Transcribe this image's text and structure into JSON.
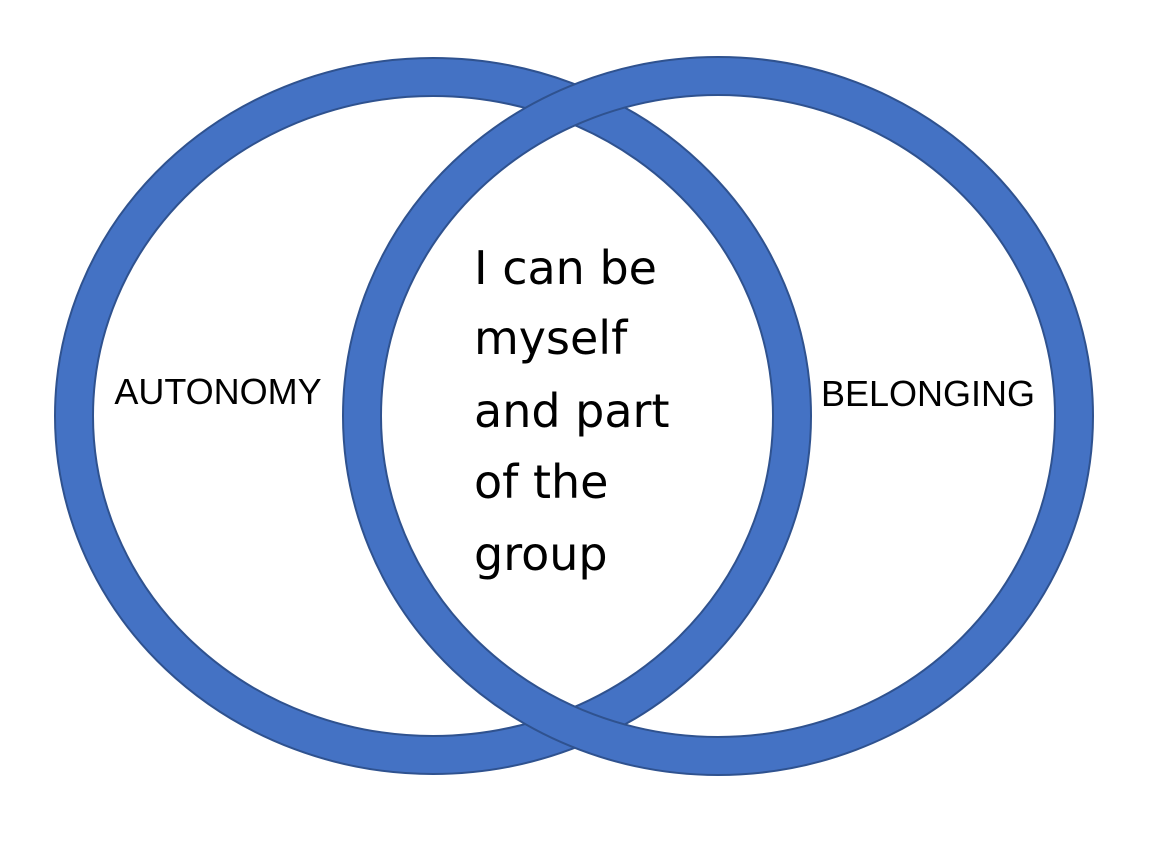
{
  "diagram": {
    "ring_color": "#4472c4",
    "ring_edge_color": "#2f528f",
    "left_set": {
      "label": "AUTONOMY"
    },
    "right_set": {
      "label": "BELONGING"
    },
    "overlap": {
      "lines": [
        "I can be",
        "myself",
        "and part",
        "of the",
        "group"
      ]
    }
  }
}
